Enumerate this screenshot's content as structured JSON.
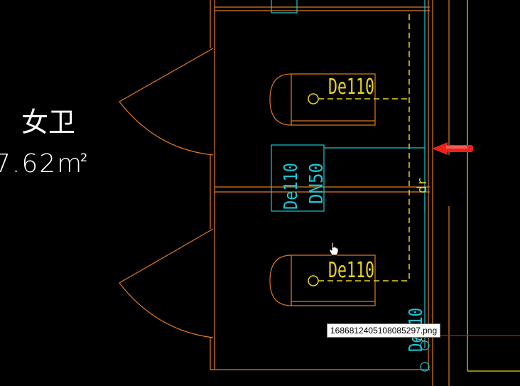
{
  "room": {
    "name": "女卫",
    "area": "7.62m",
    "area_exponent": "2"
  },
  "fixtures": [
    {
      "pipe_label": "De110"
    },
    {
      "pipe_label": "De110"
    }
  ],
  "vertical_labels": {
    "middle_left": "De110",
    "middle_right": "DN50",
    "riser": "dr",
    "bottom": "De110"
  },
  "tooltip": {
    "filename": "1686812405108085297.png"
  },
  "colors": {
    "background": "#000000",
    "walls": "#e07a20",
    "pipes": "#e8d31c",
    "annotation": "#19c7d6",
    "arrow": "#e8231c",
    "room_text": "#ffffff",
    "red_line": "#c01818"
  },
  "icons": [
    "hand-cursor-icon",
    "arrow-left-icon"
  ]
}
